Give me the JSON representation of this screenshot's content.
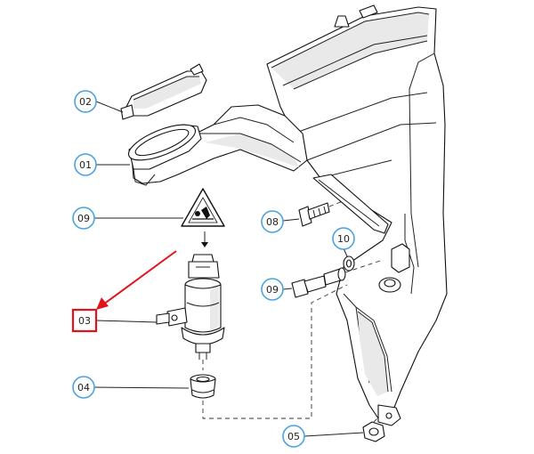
{
  "callouts": {
    "c01": "01",
    "c02": "02",
    "c03": "03",
    "c04": "04",
    "c05": "05",
    "c08": "08",
    "c09a": "09",
    "c09b": "09",
    "c10": "10"
  },
  "colors": {
    "callout_circle": "#4aa3df",
    "highlight_box": "#e3131b",
    "highlight_arrow": "#e3131b",
    "linework": "#111111"
  },
  "icons": {
    "warning_symbol": "warning-triangle-icon"
  }
}
